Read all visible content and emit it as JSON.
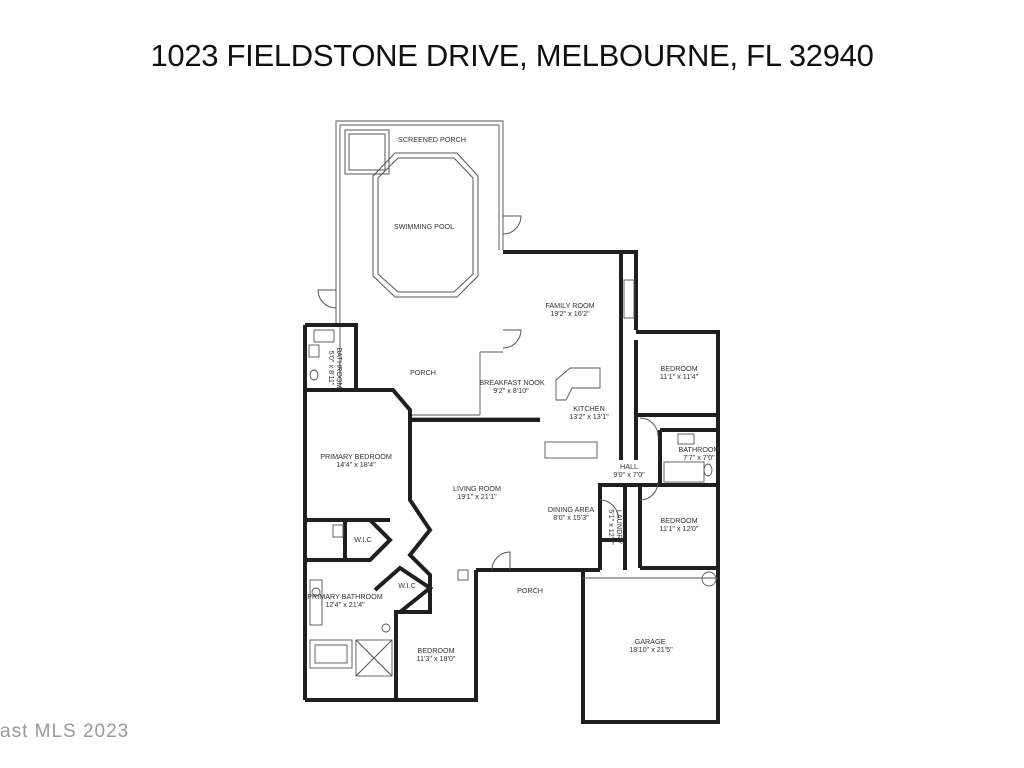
{
  "title": "1023 FIELDSTONE DRIVE, MELBOURNE, FL 32940",
  "watermark": "ast MLS 2023",
  "rooms": {
    "screened_porch": {
      "name": "SCREENED PORCH"
    },
    "swimming_pool": {
      "name": "SWIMMING POOL"
    },
    "porch_main": {
      "name": "PORCH"
    },
    "family_room": {
      "name": "FAMILY ROOM",
      "dims": "19'2\" x 16'2\""
    },
    "breakfast_nook": {
      "name": "BREAKFAST NOOK",
      "dims": "9'2\" x 8'10\""
    },
    "kitchen": {
      "name": "KITCHEN",
      "dims": "13'2\" x 13'1\""
    },
    "bedroom_ne": {
      "name": "BEDROOM",
      "dims": "11'1\" x 11'4\""
    },
    "bathroom_e": {
      "name": "BATHROOM",
      "dims": "7'7\" x 7'0\""
    },
    "hall": {
      "name": "HALL",
      "dims": "9'0\" x 7'0\""
    },
    "laundry": {
      "name": "LAUNDRY",
      "dims": "5'1\" x 12'0\""
    },
    "bedroom_e": {
      "name": "BEDROOM",
      "dims": "11'1\" x 12'0\""
    },
    "bathroom_w": {
      "name": "BATHROOM",
      "dims": "5'0\" x 8'11\""
    },
    "primary_bedroom": {
      "name": "PRIMARY BEDROOM",
      "dims": "14'4\" x 18'4\""
    },
    "living_room": {
      "name": "LIVING ROOM",
      "dims": "19'1\" x 21'1\""
    },
    "dining_area": {
      "name": "DINING AREA",
      "dims": "8'0\" x 15'3\""
    },
    "wic_1": {
      "name": "W.I.C"
    },
    "wic_2": {
      "name": "W.I.C"
    },
    "primary_bathroom": {
      "name": "PRIMARY BATHROOM",
      "dims": "12'4\" x 21'4\""
    },
    "bedroom_s": {
      "name": "BEDROOM",
      "dims": "11'3\" x 18'0\""
    },
    "porch_front": {
      "name": "PORCH"
    },
    "garage": {
      "name": "GARAGE",
      "dims": "18'10\" x 21'5\""
    }
  }
}
